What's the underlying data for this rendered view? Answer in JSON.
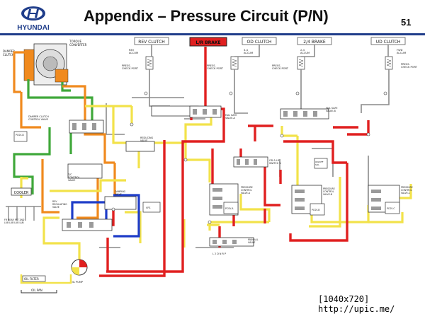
{
  "header": {
    "brand": "HYUNDAI",
    "title": "Appendix – Pressure Circuit (P/N)",
    "page_number": "51"
  },
  "diagram": {
    "damper_clutch": "DAMPER\nCLUTCH",
    "torque_converter": "TORQUE\nCONVERTER",
    "clutches": {
      "rev": "REV CLUTCH",
      "low_rev_brake": "L/R BRAKE",
      "od": "OD CLUTCH",
      "brake_24": "2/4 BRAKE",
      "ud": "UD CLUTCH"
    },
    "accums": {
      "rev": "REV\nACCUM",
      "od": "3-4\nACCUM",
      "brake_24": "2-4\nACCUM",
      "ud": "FWD\nACCUM"
    },
    "check_ports": {
      "rev": "PRESS.\nCHECK PORT",
      "od": "PRESS.\nCHECK PORT",
      "brake_24": "PRESS.\nCHECK PORT",
      "ud": "PRESS.\nCHECK PORT"
    },
    "valves": {
      "damper_clutch_control": "DAMPER CLUTCH\nCONTROL VALVE",
      "fail_safe_a": "FAIL SAFE\nVALVE-A",
      "fail_safe_b": "FAIL SAFE\nVALVE-B",
      "reducing": "REDUCING\nVALVE",
      "tc_control": "T/C\nCONTROL\nVALVE",
      "od_lr_switch": "OD & LR\nSWITCH V.",
      "pressure_control_a": "PRESSURE\nCONTROL\nVALVE-A",
      "pressure_control_b": "PRESSURE\nCONTROL\nVALVE-B",
      "pressure_control_c": "PRESSURE\nCONTROL\nVALVE-C",
      "rev_regulating": "REV\nREGULATING\nVALVE",
      "manual": "MANUAL\nVALVE",
      "vfs": "VFS"
    },
    "components": {
      "cooler": "COOLER",
      "lub": "FR REAR FRT 2ND\nLUB  LUB  LUB  LUB",
      "oil_filter": "OIL FILTER",
      "oil_pan": "OIL PAN",
      "oil_pump": "OIL PUMP",
      "damping_valve": "DAMPING\nVALVE",
      "pcsv_a": "PCSV-A",
      "pcsv_b": "PCSV-B",
      "pcsv_c": "PCSV-C",
      "pcsv_d": "PCSV-D",
      "onoff_sol": "ON/OFF\nSOL"
    },
    "manual_positions": "L 2 D N R P"
  },
  "footer": {
    "source": "[1040x720] http://upic.me/"
  },
  "colors": {
    "line_pressure": "#e02020",
    "reducing_pressure": "#f2e24a",
    "converter_pressure": "#3fa83a",
    "lube_pressure": "#f08a1e",
    "control_pressure": "#1e3cc8",
    "exhaust": "#888888",
    "brand_blue": "#1f3d8a"
  }
}
